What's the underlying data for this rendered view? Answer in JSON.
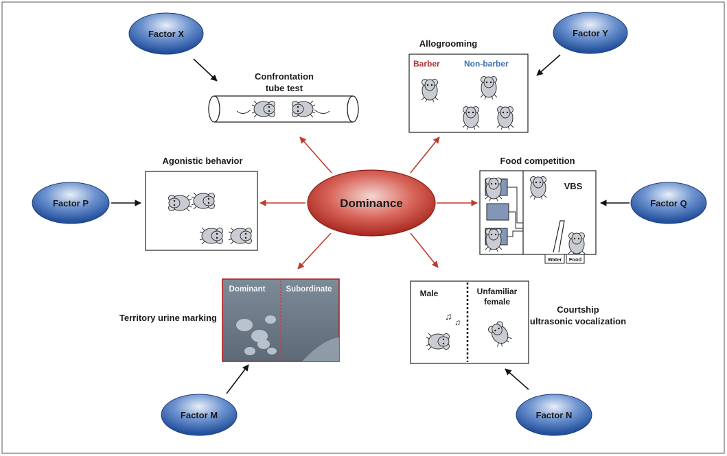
{
  "center": {
    "label": "Dominance"
  },
  "factors": {
    "x": "Factor X",
    "y": "Factor Y",
    "p": "Factor P",
    "q": "Factor Q",
    "m": "Factor M",
    "n": "Factor N"
  },
  "panels": {
    "tube_test": {
      "title_line1": "Confrontation",
      "title_line2": "tube test"
    },
    "allogrooming": {
      "title": "Allogrooming",
      "barber": "Barber",
      "non_barber": "Non-barber"
    },
    "agonistic": {
      "title": "Agonistic behavior"
    },
    "food": {
      "title": "Food competition",
      "vbs": "VBS",
      "water": "Water",
      "food": "Food"
    },
    "urine": {
      "title": "Territory urine marking",
      "dominant": "Dominant",
      "subordinate": "Subordinate"
    },
    "courtship": {
      "title_line1": "Courtship",
      "title_line2": "ultrasonic vocalization",
      "male": "Male",
      "female_line1": "Unfamiliar",
      "female_line2": "female"
    }
  },
  "colors": {
    "center_fill": "#c0392b",
    "factor_fill": "#2f5fa8",
    "arrow_red": "#c0392b",
    "barber_text": "#b03030",
    "non_barber_text": "#3b6db0"
  }
}
